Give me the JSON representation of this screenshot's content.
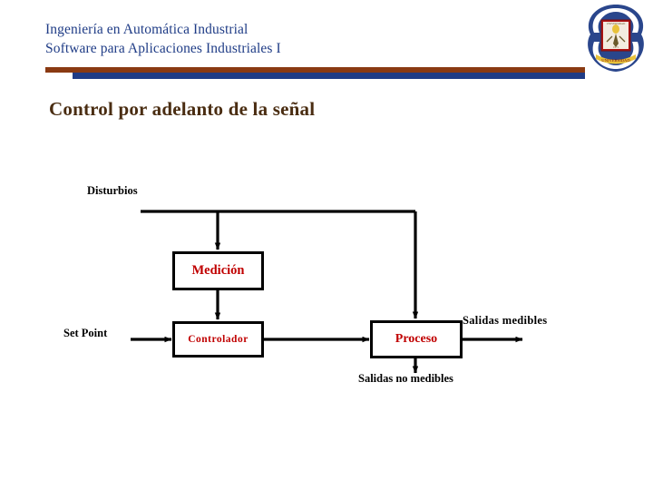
{
  "header": {
    "line1": "Ingeniería en Automática Industrial",
    "line2": "Software para Aplicaciones Industriales I",
    "accent_brown": "#8A3A12",
    "accent_navy": "#1F3C86"
  },
  "logo": {
    "name": "university-crest-logo",
    "shield_color": "#B01414",
    "scroll_color": "#1F3C86",
    "emblem_color": "#E8C23A"
  },
  "title": {
    "text": "Control por adelanto de la señal",
    "color": "#4A2D12"
  },
  "diagram": {
    "type": "block-diagram",
    "box_text_color": "#C00000",
    "line_color": "#000000",
    "blocks": [
      {
        "id": "medicion",
        "label": "Medición"
      },
      {
        "id": "controlador",
        "label": "Controlador"
      },
      {
        "id": "proceso",
        "label": "Proceso"
      }
    ],
    "labels": [
      {
        "id": "disturbios",
        "text": "Disturbios"
      },
      {
        "id": "set-point",
        "text": "Set Point"
      },
      {
        "id": "salidas-medibles",
        "text": "Salidas  medibles"
      },
      {
        "id": "salidas-no-medibles",
        "text": "Salidas no medibles"
      }
    ],
    "connections": [
      {
        "from": "disturbios",
        "to": "medicion"
      },
      {
        "from": "disturbios",
        "to": "proceso"
      },
      {
        "from": "medicion",
        "to": "controlador"
      },
      {
        "from": "set-point",
        "to": "controlador"
      },
      {
        "from": "controlador",
        "to": "proceso"
      },
      {
        "from": "proceso",
        "to": "salidas-medibles"
      },
      {
        "from": "proceso",
        "to": "salidas-no-medibles"
      }
    ]
  }
}
